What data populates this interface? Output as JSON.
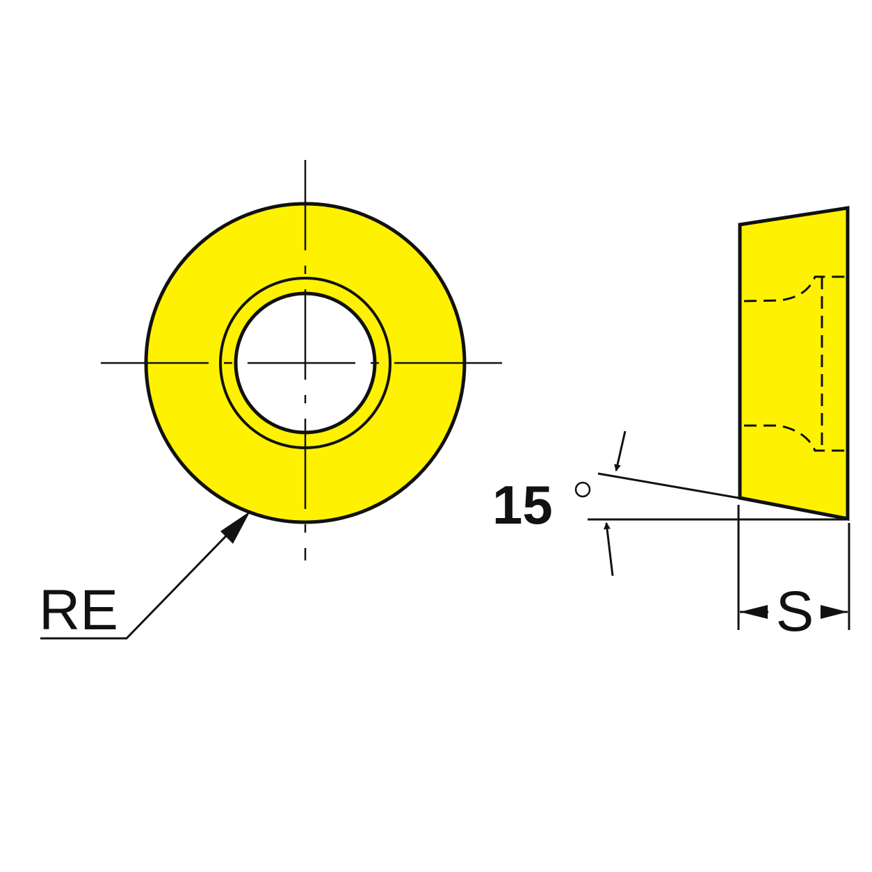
{
  "labels": {
    "radius": "RE",
    "thickness": "S",
    "angle_value": "15",
    "angle_unit": "°"
  },
  "colors": {
    "insert_fill": "#fff200",
    "line": "#111111",
    "background": "#ffffff"
  }
}
